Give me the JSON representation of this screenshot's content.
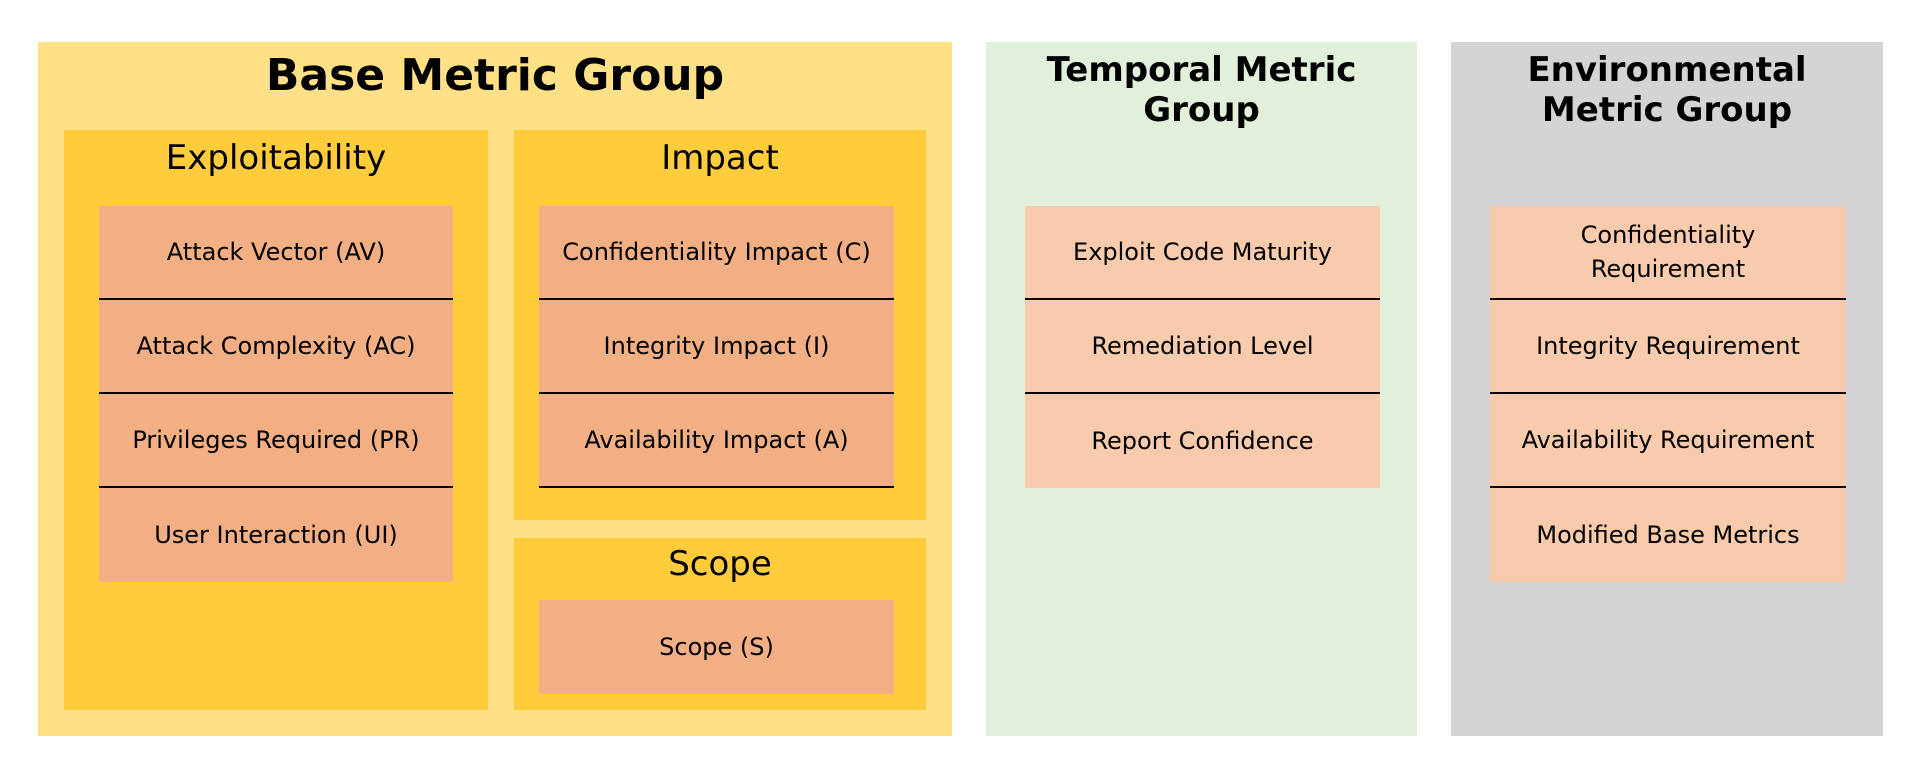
{
  "base": {
    "title": "Base Metric Group",
    "exploitability": {
      "title": "Exploitability",
      "items": [
        "Attack Vector (AV)",
        "Attack Complexity (AC)",
        "Privileges Required (PR)",
        "User Interaction (UI)"
      ]
    },
    "impact": {
      "title": "Impact",
      "items": [
        "Confidentiality Impact (C)",
        "Integrity Impact (I)",
        "Availability Impact (A)"
      ]
    },
    "scope": {
      "title": "Scope",
      "items": [
        "Scope (S)"
      ]
    }
  },
  "temporal": {
    "title": "Temporal Metric Group",
    "items": [
      "Exploit Code Maturity",
      "Remediation Level",
      "Report Confidence"
    ]
  },
  "environmental": {
    "title": "Environmental Metric Group",
    "items": [
      "Confidentiality Requirement",
      "Integrity Requirement",
      "Availability Requirement",
      "Modified Base Metrics"
    ]
  },
  "colors": {
    "base_group_bg": "#fee086",
    "base_subgroup_bg": "#ffcd3c",
    "base_metric_bg": "#f2af84",
    "temporal_group_bg": "#e2efda",
    "environmental_group_bg": "#d5d3d5",
    "light_metric_bg": "#f7cbac"
  }
}
